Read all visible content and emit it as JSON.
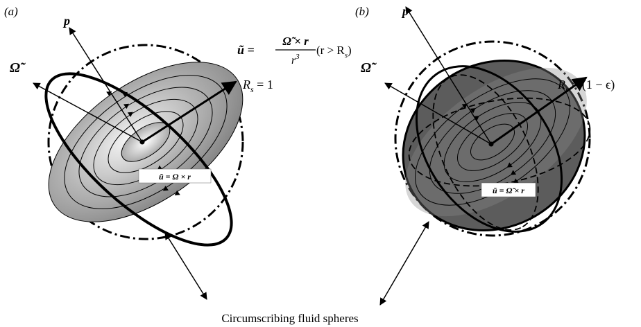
{
  "panels": {
    "a": {
      "label": "(a)",
      "axis_p": "p",
      "axis_omega": "Ω̃",
      "radius_label": "R",
      "radius_sub": "s",
      "radius_value": " = 1",
      "inner_box": "ũ = Ω × r",
      "far_field_lhs": "ũ = ",
      "far_field_num": "Ω̃ × r",
      "far_field_den": "r",
      "far_field_den_sup": "3",
      "far_field_cond": "(r > R",
      "far_field_cond_sub": "s",
      "far_field_cond_end": ")"
    },
    "b": {
      "label": "(b)",
      "axis_p": "p",
      "axis_omega": "Ω̃",
      "radius_label": "R",
      "radius_sub": "s",
      "radius_value": " = (1 − ϵ)",
      "inner_box": "ũ = Ω̃ × r"
    }
  },
  "caption": "Circumscribing fluid spheres",
  "colors": {
    "ink": "#000000",
    "shade_light": "#d8d8d8",
    "shade_mid": "#8c8c8c",
    "shade_dark": "#5a5a5a"
  }
}
